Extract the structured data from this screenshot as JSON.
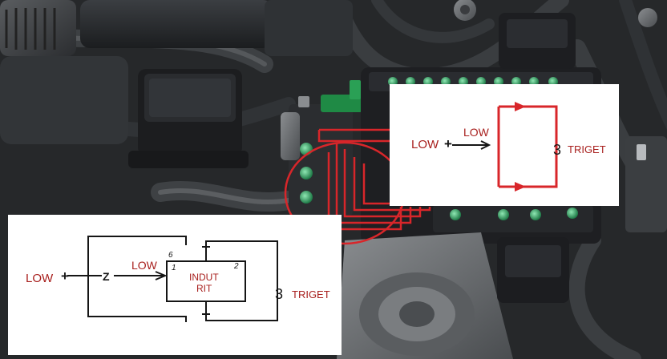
{
  "colors": {
    "accent_red": "#d8262a",
    "label_red": "#a8201e",
    "ink": "#151515",
    "engine_dark": "#2a2c2e",
    "connector_green": "#3ab46a"
  },
  "callout_right": {
    "input_label": "LOW",
    "plus": "+",
    "arrow_label": "LOW",
    "number": "3",
    "output_label": "TRIGET"
  },
  "callout_left": {
    "input_label": "LOW",
    "plus": "+",
    "node_label": "Z",
    "arrow_label": "LOW",
    "pin_label_in": "1",
    "pin_label_top": "6",
    "pin_label_right": "2",
    "box_line1": "INDUT",
    "box_line2": "RIT",
    "number": "3",
    "output_label": "TRIGET"
  }
}
